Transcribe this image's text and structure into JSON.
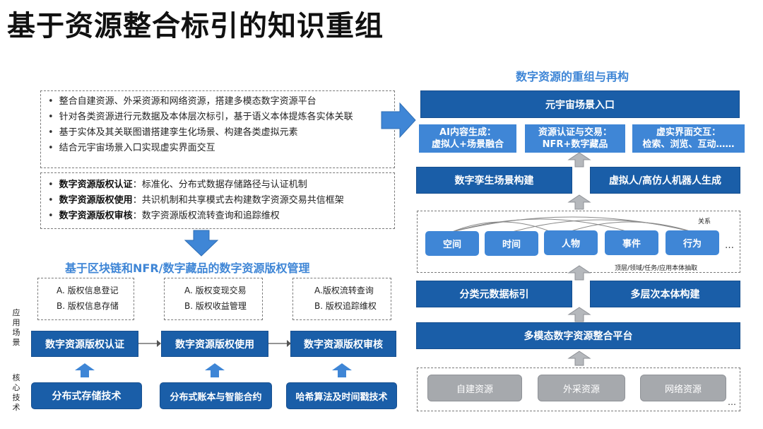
{
  "title": "基于资源整合标引的知识重组",
  "left": {
    "bullets_top": [
      "整合自建资源、外采资源和网络资源，搭建多模态数字资源平台",
      "针对各类资源进行元数据及本体层次标引，基于语义本体提炼各实体关联",
      "基于实体及其关联图谱搭建孪生化场景、构建各类虚拟元素",
      "结合元宇宙场景入口实现虚实界面交互"
    ],
    "bullets_bottom": [
      {
        "bold": "数字资源版权认证",
        "text": "：标准化、分布式数据存储路径与认证机制"
      },
      {
        "bold": "数字资源版权使用",
        "text": "：共识机制和共享模式去构建数字资源交易共信框架"
      },
      {
        "bold": "数字资源版权审核",
        "text": "：数字资源版权流转查询和追踪维权"
      }
    ],
    "section_title": "基于区块链和NFR/数字藏品的数字资源版权管理",
    "side_labels": {
      "app": "应用场景",
      "core": "核心技术"
    },
    "columns": [
      {
        "line_a": "A. 版权信息登记",
        "line_b": "B. 版权信息存储",
        "main": "数字资源版权认证",
        "tech": "分布式存储技术"
      },
      {
        "line_a": "A. 版权变现交易",
        "line_b": "B. 版权收益管理",
        "main": "数字资源版权使用",
        "tech": "分布式账本与智能合约"
      },
      {
        "line_a": "A.版权流转查询",
        "line_b": "B. 版权追踪维权",
        "main": "数字资源版权审核",
        "tech": "哈希算法及时间戳技术"
      }
    ]
  },
  "right": {
    "section_title": "数字资源的重组与再构",
    "metaverse": "元宇宙场景入口",
    "light_boxes": [
      {
        "l1": "AI内容生成：",
        "l2": "虚拟人+场景融合"
      },
      {
        "l1": "资源认证与交易：",
        "l2": "NFR+数字藏品"
      },
      {
        "l1": "虚实界面交互：",
        "l2": "检索、浏览、互动……"
      }
    ],
    "twin": "数字孪生场景构建",
    "virtual_human": "虚拟人/高仿人机器人生成",
    "relation_label": "关系",
    "entities": [
      "空间",
      "时间",
      "人物",
      "事件",
      "行为"
    ],
    "ellipsis": "…",
    "ontology_note": "顶层/领域/任务/应用本体抽取",
    "meta_index": "分类元数据标引",
    "ontology_build": "多层次本体构建",
    "platform": "多模态数字资源整合平台",
    "sources": [
      "自建资源",
      "外采资源",
      "网络资源"
    ]
  },
  "colors": {
    "dark_blue": "#1a5ea8",
    "light_blue": "#3f86d6",
    "gray": "#a6a9ad",
    "arrow_gray": "#b5b8bc"
  }
}
